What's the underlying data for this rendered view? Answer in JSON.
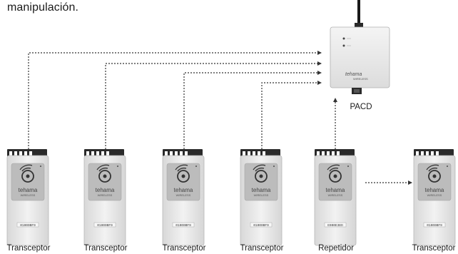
{
  "intro_text": "manipulación.",
  "pacd": {
    "label": "PACD",
    "brand": "tehama",
    "brand_sub": "WIRELESS"
  },
  "devices": [
    {
      "label": "Transceptor",
      "brand": "tehama",
      "brand_sub": "WIRELESS",
      "serial": "01000BF9"
    },
    {
      "label": "Transceptor",
      "brand": "tehama",
      "brand_sub": "WIRELESS",
      "serial": "01000BF9"
    },
    {
      "label": "Transceptor",
      "brand": "tehama",
      "brand_sub": "WIRELESS",
      "serial": "01000BF9"
    },
    {
      "label": "Transceptor",
      "brand": "tehama",
      "brand_sub": "WIRELESS",
      "serial": "01000BF9"
    },
    {
      "label": "Repetidor",
      "brand": "tehama",
      "brand_sub": "WIRELESS",
      "serial": "E000E3ED"
    },
    {
      "label": "Transceptor",
      "brand": "tehama",
      "brand_sub": "WIRELESS",
      "serial": "01000BF9"
    }
  ],
  "colors": {
    "connector": "#333333",
    "device_body": "#e4e4e4",
    "device_panel": "#bdbdbd",
    "pacd_body": "#e8e8e8"
  }
}
